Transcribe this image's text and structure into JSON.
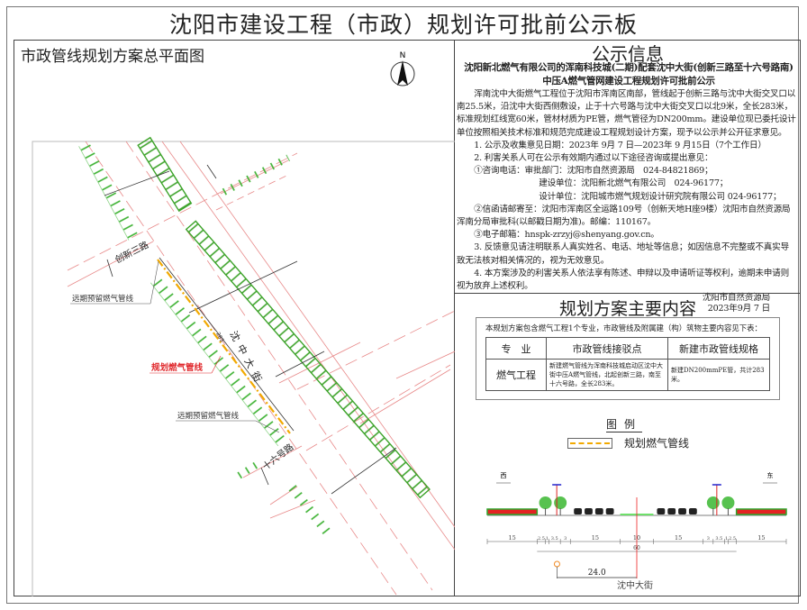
{
  "board_title": "沈阳市建设工程（市政）规划许可批前公示板",
  "plan_view": {
    "title": "市政管线规划方案总平面图",
    "north_label": "N",
    "labels": {
      "road_chuangxin": "创新三路",
      "road_shenzhong": "沈中大街",
      "road_16": "十六号路",
      "planned_pipe": "规划燃气管线",
      "reserved_pipe_1": "远期预留燃气管线",
      "reserved_pipe_2": "远期预留燃气管线",
      "pipe_length": "283"
    },
    "colors": {
      "green_belt": "#3da32a",
      "road_line": "#e88a8a",
      "pipe": "#f2a900",
      "planned_label": "#e0262a"
    }
  },
  "info": {
    "title": "公示信息",
    "heading_line1": "沈阳新北燃气有限公司的浑南科技城(二期)配套沈中大街(创新三路至十六号路南)",
    "heading_line2": "中压A燃气管网建设工程规划许可批前公示",
    "intro": "浑南沈中大街燃气工程位于沈阳市浑南区南部，管线起于创新三路与沈中大街交叉口以南25.5米，沿沈中大街西侧敷设，止于十六号路与沈中大街交叉口以北9米，全长283米，标准规划红线宽60米，管材材质为PE管，燃气管径为DN200mm。建设单位现已委托设计单位按照相关技术标准和规范完成建设工程规划设计方案，现予以公示并公开征求意见。",
    "item1": "1. 公示及收集意见日期：2023年 9月 7 日—2023年 9 月15日（7个工作日）",
    "item2": "2. 利害关系人可在公示有效期内通过以下途径咨询或提出意见：",
    "phone1": "①咨询电话：审批部门：沈阳市自然资源局　024-84821869；",
    "phone2": "建设单位：沈阳新北燃气有限公司　024-96177；",
    "phone3": "设计单位：沈阳城市燃气规划设计研究院有限公司 024-96177；",
    "mail": "②信函请邮寄至：沈阳市浑南区全运路109号（创新天地H座9楼）沈阳市自然资源局浑南分局审批科(以邮戳日期为准)。邮编：110167。",
    "email": "③电子邮箱：hnspk-zrzyj@shenyang.gov.cn。",
    "item3": "3. 反馈意见请注明联系人真实姓名、电话、地址等信息；如因信息不完整或不真实导致无法核对相关情况的，视为无效意见。",
    "item4": "4. 本方案涉及的利害关系人依法享有陈述、申辩以及申请听证等权利，逾期未申请则视为放弃上述权利。",
    "signer": "沈阳市自然资源局",
    "date": "2023年9月 7 日"
  },
  "plan_content": {
    "title": "规划方案主要内容",
    "caption": "本规划方案包含燃气工程1个专业，市政管线及附属建（构）筑物主要内容见下表：",
    "headers": [
      "专　业",
      "市政管线接驳点",
      "新建市政管线规格"
    ],
    "rows": [
      [
        "燃气工程",
        "新建燃气管线为浑南科技城启动区沈中大街中压A燃气管线，北起创新三路，南至十六号路，全长283米。",
        "新建DN200mmPE管，共计283米。"
      ]
    ]
  },
  "legend": {
    "title": "图例",
    "items": [
      {
        "label": "规划燃气管线",
        "color": "#f2a900"
      }
    ]
  },
  "cross_section": {
    "road_name": "沈中大街",
    "west_label": "西",
    "east_label": "东",
    "segments": [
      "15",
      "2.5",
      "1",
      "3.5",
      "3",
      "15",
      "10",
      "15",
      "3",
      "3.5",
      "1",
      "2.5",
      "15"
    ],
    "segment_values": [
      15,
      2.5,
      1,
      3.5,
      3,
      15,
      10,
      15,
      3,
      3.5,
      1,
      2.5,
      15
    ],
    "red_line_width": "60",
    "pipe_offset": "24.0",
    "pipe_offset_value": 24.0
  }
}
